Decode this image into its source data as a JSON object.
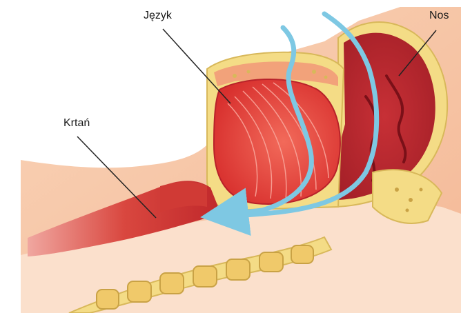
{
  "labels": {
    "tongue": "Język",
    "nose": "Nos",
    "larynx": "Krtań"
  },
  "colors": {
    "skin": "#f7c8a8",
    "skin_light": "#fde2cf",
    "bone": "#f4dc86",
    "bone_dark": "#d8b85a",
    "muscle": "#e8423c",
    "muscle_dark": "#b8222a",
    "tissue": "#f2a27a",
    "air": "#7ec8e3",
    "line": "#222222"
  },
  "icons": {
    "airflow": "airflow-arrow-icon"
  }
}
